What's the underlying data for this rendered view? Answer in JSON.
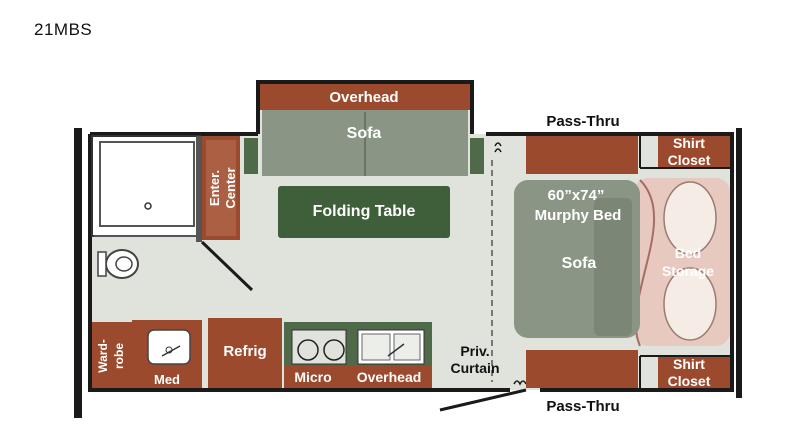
{
  "model": "21MBS",
  "labels": {
    "overhead_top": "Overhead",
    "sofa_top": "Sofa",
    "pass_thru_top": "Pass-Thru",
    "pass_thru_bottom": "Pass-Thru",
    "shirt_closet_top": [
      "Shirt",
      "Closet"
    ],
    "shirt_closet_bottom": [
      "Shirt",
      "Closet"
    ],
    "enter_center": [
      "Enter.",
      "Center"
    ],
    "folding_table": "Folding Table",
    "murphy_bed": [
      "60”x74”",
      "Murphy Bed"
    ],
    "sofa_bed": "Sofa",
    "bed_storage": [
      "Bed",
      "Storage"
    ],
    "wardrobe": [
      "Ward-",
      "robe"
    ],
    "med": "Med",
    "refrig": "Refrig",
    "micro": "Micro",
    "overhead_kitchen": "Overhead",
    "priv_curtain": [
      "Priv.",
      "Curtain"
    ]
  },
  "colors": {
    "floor": "#dfe3dc",
    "wall": "#1a1a1a",
    "cabinet_brown": "#9c4a2e",
    "sofa_gray": "#8a9585",
    "table_green": "#3f5e3a",
    "bed_pink": "#e8c9c0"
  }
}
